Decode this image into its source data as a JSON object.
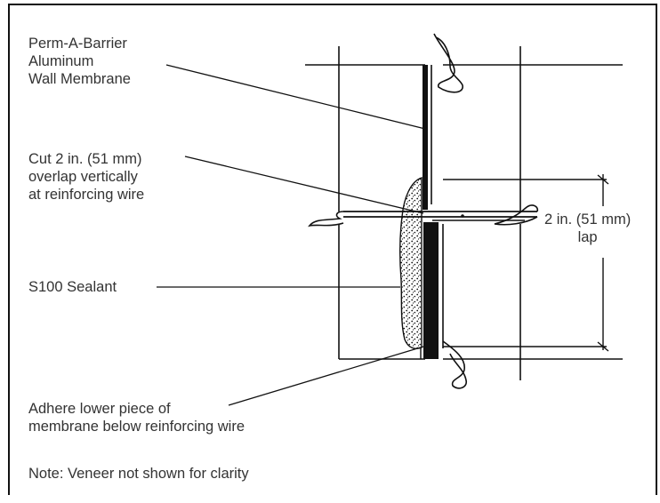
{
  "labels": {
    "membrane": [
      "Perm-A-Barrier",
      "Aluminum",
      "Wall Membrane"
    ],
    "cut_overlap": [
      "Cut 2 in. (51 mm)",
      "overlap vertically",
      "at reinforcing wire"
    ],
    "lap": [
      "2 in. (51 mm)",
      "lap"
    ],
    "sealant": [
      "S100 Sealant"
    ],
    "adhere": [
      "Adhere lower piece of",
      "membrane below reinforcing wire"
    ],
    "note": [
      "Note: Veneer not shown for clarity"
    ]
  },
  "colors": {
    "line": "#111111",
    "text": "#333333",
    "background": "#ffffff"
  }
}
